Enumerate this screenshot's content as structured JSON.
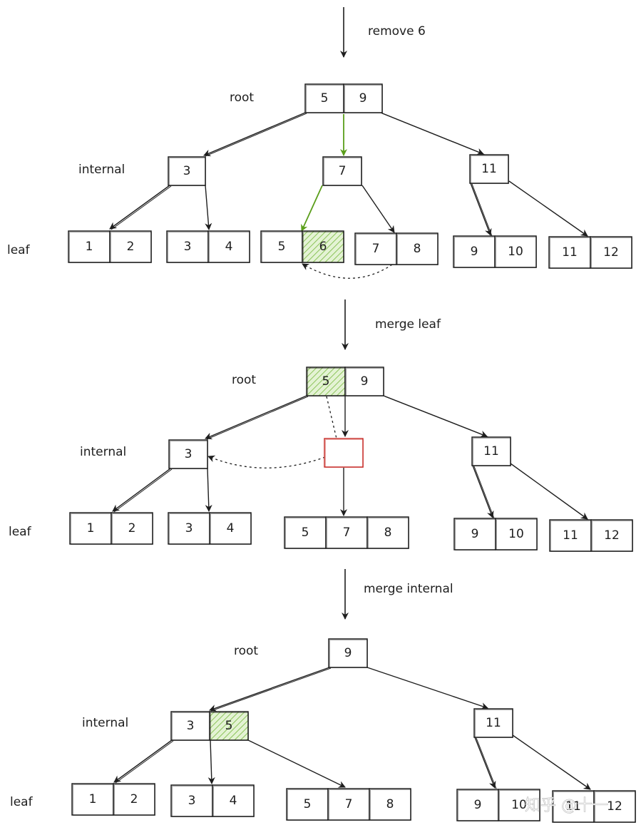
{
  "colors": {
    "stroke": "#1e1e1e",
    "highlight_green": "#5a9e1a",
    "highlight_fill": "#c7e6a6",
    "empty_node_red": "#c9302c"
  },
  "panels": [
    {
      "step_label": "remove 6",
      "level_labels": {
        "root": "root",
        "internal": "internal",
        "leaf": "leaf"
      },
      "root": [
        "5",
        "9"
      ],
      "internal": [
        [
          "3"
        ],
        [
          "7"
        ],
        [
          "11"
        ]
      ],
      "leaves": [
        [
          "1",
          "2"
        ],
        [
          "3",
          "4"
        ],
        [
          "5",
          "6"
        ],
        [
          "7",
          "8"
        ],
        [
          "9",
          "10"
        ],
        [
          "11",
          "12"
        ]
      ],
      "highlighted_keys": [
        "6"
      ]
    },
    {
      "step_label": "merge leaf",
      "level_labels": {
        "root": "root",
        "internal": "internal",
        "leaf": "leaf"
      },
      "root": [
        "5",
        "9"
      ],
      "internal": [
        [
          "3"
        ],
        [
          ""
        ],
        [
          "11"
        ]
      ],
      "leaves": [
        [
          "1",
          "2"
        ],
        [
          "3",
          "4"
        ],
        [
          "5",
          "7",
          "8"
        ],
        [
          "9",
          "10"
        ],
        [
          "11",
          "12"
        ]
      ],
      "highlighted_keys": [
        "5"
      ]
    },
    {
      "step_label": "merge internal",
      "level_labels": {
        "root": "root",
        "internal": "internal",
        "leaf": "leaf"
      },
      "root": [
        "9"
      ],
      "internal": [
        [
          "3",
          "5"
        ],
        [
          "11"
        ]
      ],
      "leaves": [
        [
          "1",
          "2"
        ],
        [
          "3",
          "4"
        ],
        [
          "5",
          "7",
          "8"
        ],
        [
          "9",
          "10"
        ],
        [
          "11",
          "12"
        ]
      ],
      "highlighted_keys": [
        "5"
      ]
    }
  ],
  "watermark": "知乎 @十一"
}
